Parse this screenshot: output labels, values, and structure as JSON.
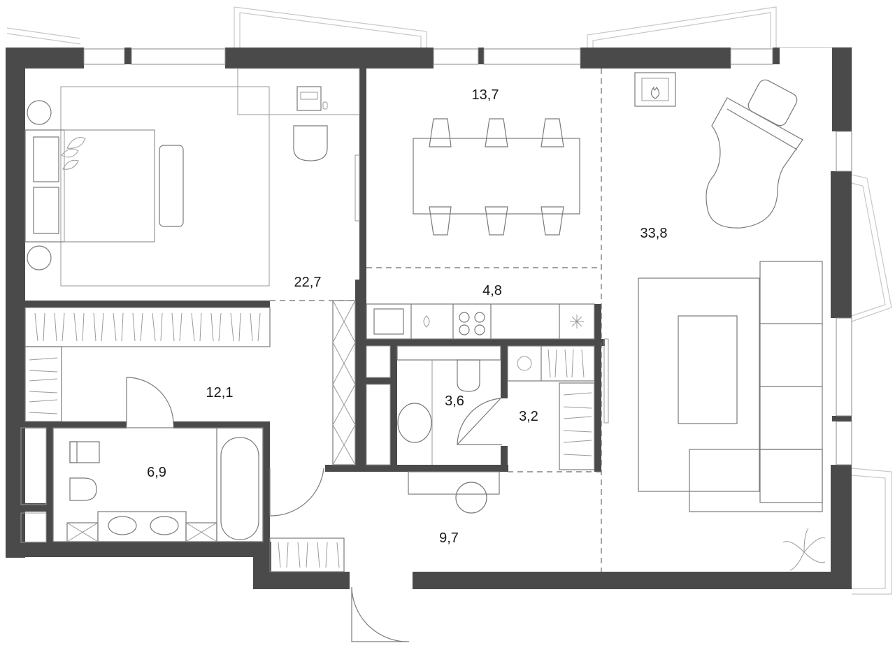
{
  "rooms": [
    {
      "id": "bedroom",
      "area": "22,7"
    },
    {
      "id": "dining",
      "area": "13,7"
    },
    {
      "id": "living",
      "area": "33,8"
    },
    {
      "id": "kitchen",
      "area": "4,8"
    },
    {
      "id": "dressing",
      "area": "12,1"
    },
    {
      "id": "bath-small",
      "area": "3,6"
    },
    {
      "id": "laundry",
      "area": "3,2"
    },
    {
      "id": "bathroom",
      "area": "6,9"
    },
    {
      "id": "hallway",
      "area": "9,7"
    }
  ],
  "colors": {
    "wall": "#4a4a4a",
    "line": "#7a7a7a",
    "text": "#1a1a1a"
  }
}
